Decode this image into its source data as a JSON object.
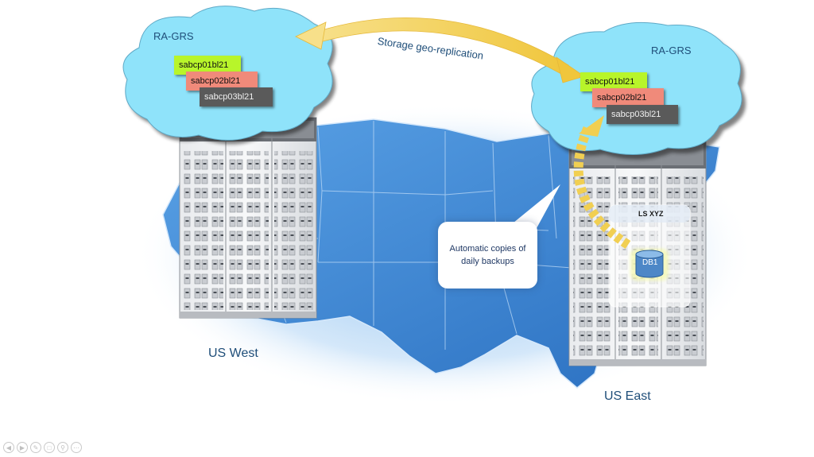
{
  "diagram": {
    "west": {
      "region_label": "US West",
      "cloud_label": "RA-GRS",
      "containers": [
        "sabcp01bl21",
        "sabcp02bl21",
        "sabcp03bl21"
      ]
    },
    "east": {
      "region_label": "US East",
      "cloud_label": "RA-GRS",
      "containers": [
        "sabcp01bl21",
        "sabcp02bl21",
        "sabcp03bl21"
      ],
      "server_label": "LS XYZ",
      "database_label": "DB1"
    },
    "replication_label": "Storage geo-replication",
    "callout_text": "Automatic copies of daily backups"
  },
  "colors": {
    "cloud_fill": "#8fe3fa",
    "container_1": "#b8f52a",
    "container_2": "#f08a7a",
    "container_3": "#5a5a5a",
    "arrow": "#f5d466",
    "map": "#3d8ad9",
    "label_text": "#1f4e79"
  },
  "toolbar": {
    "icons": [
      "previous-icon",
      "next-icon",
      "pen-icon",
      "slides-icon",
      "zoom-icon",
      "more-icon"
    ]
  }
}
